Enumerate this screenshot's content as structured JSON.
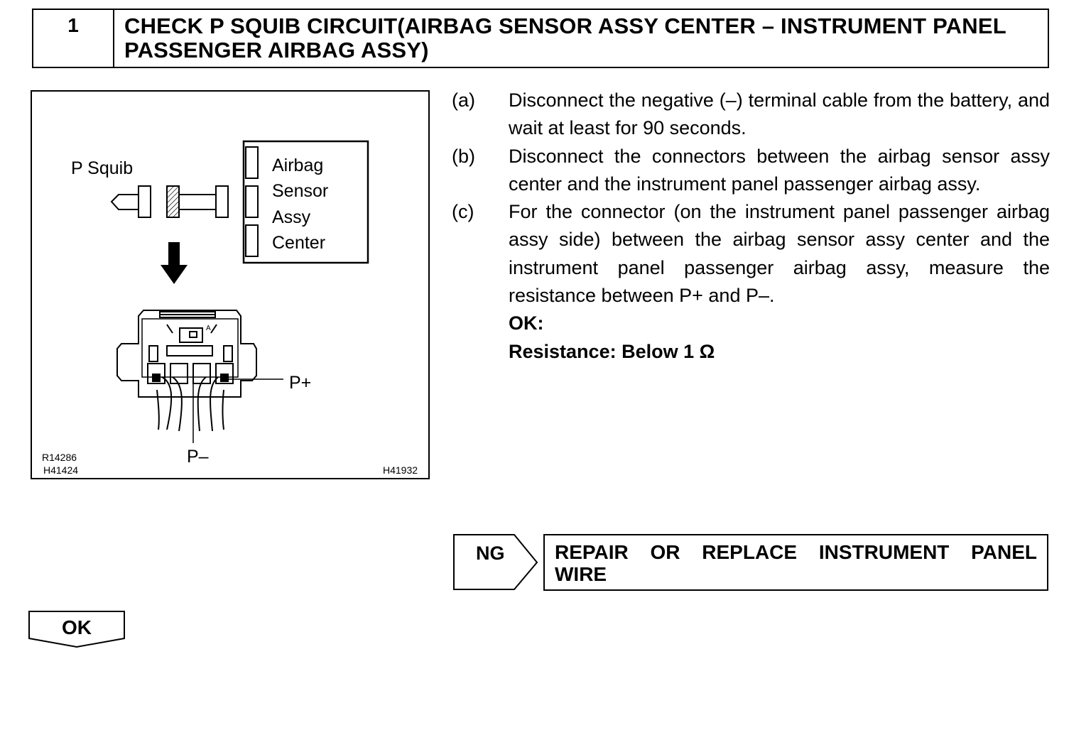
{
  "header": {
    "step_number": "1",
    "title": "CHECK P SQUIB CIRCUIT(AIRBAG SENSOR ASSY CENTER – INSTRUMENT PANEL PASSENGER AIRBAG ASSY)"
  },
  "figure": {
    "squib_label": "P Squib",
    "sensor_lines": [
      "Airbag",
      "Sensor",
      "Assy",
      "Center"
    ],
    "terminal_plus": "P+",
    "terminal_minus": "P–",
    "codes_left": [
      "R14286",
      "H41424"
    ],
    "code_right": "H41932"
  },
  "steps": [
    {
      "mark": "(a)",
      "text": "Disconnect the negative (–) terminal cable from the battery, and wait at least for 90 seconds."
    },
    {
      "mark": "(b)",
      "text": "Disconnect the connectors between the airbag sensor assy center and the instrument panel passenger airbag assy."
    },
    {
      "mark": "(c)",
      "text": "For the connector (on the instrument panel passenger airbag assy side) between the airbag sensor assy center and the instrument panel passenger airbag assy, measure the resistance between P+ and P–."
    }
  ],
  "ok_label": "OK:",
  "spec": "Resistance: Below 1 Ω",
  "ng": {
    "label": "NG",
    "result": "REPAIR OR REPLACE INSTRUMENT PANEL WIRE"
  },
  "ok_button": "OK"
}
